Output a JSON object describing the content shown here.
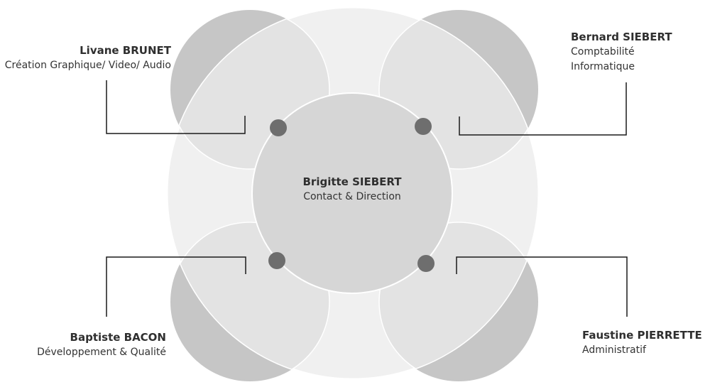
{
  "colors": {
    "background": "#ffffff",
    "outer_disc": "#f0f0f0",
    "petal_dark": "#c6c6c6",
    "petal_light": "#e3e3e3",
    "center_disc": "#d6d6d6",
    "outline": "#ffffff",
    "dot": "#6e6e6e",
    "connector": "#1a1a1a"
  },
  "center": {
    "name": "Brigitte SIEBERT",
    "role": "Contact & Direction"
  },
  "members": [
    {
      "id": "top-left",
      "name": "Livane BRUNET",
      "roles": [
        "Création Graphique/ Video/ Audio"
      ]
    },
    {
      "id": "top-right",
      "name": "Bernard SIEBERT",
      "roles": [
        "Comptabilité",
        "Informatique"
      ]
    },
    {
      "id": "bottom-left",
      "name": "Baptiste BACON",
      "roles": [
        "Développement & Qualité"
      ]
    },
    {
      "id": "bottom-right",
      "name": "Faustine PIERRETTE",
      "roles": [
        "Administratif"
      ]
    }
  ]
}
